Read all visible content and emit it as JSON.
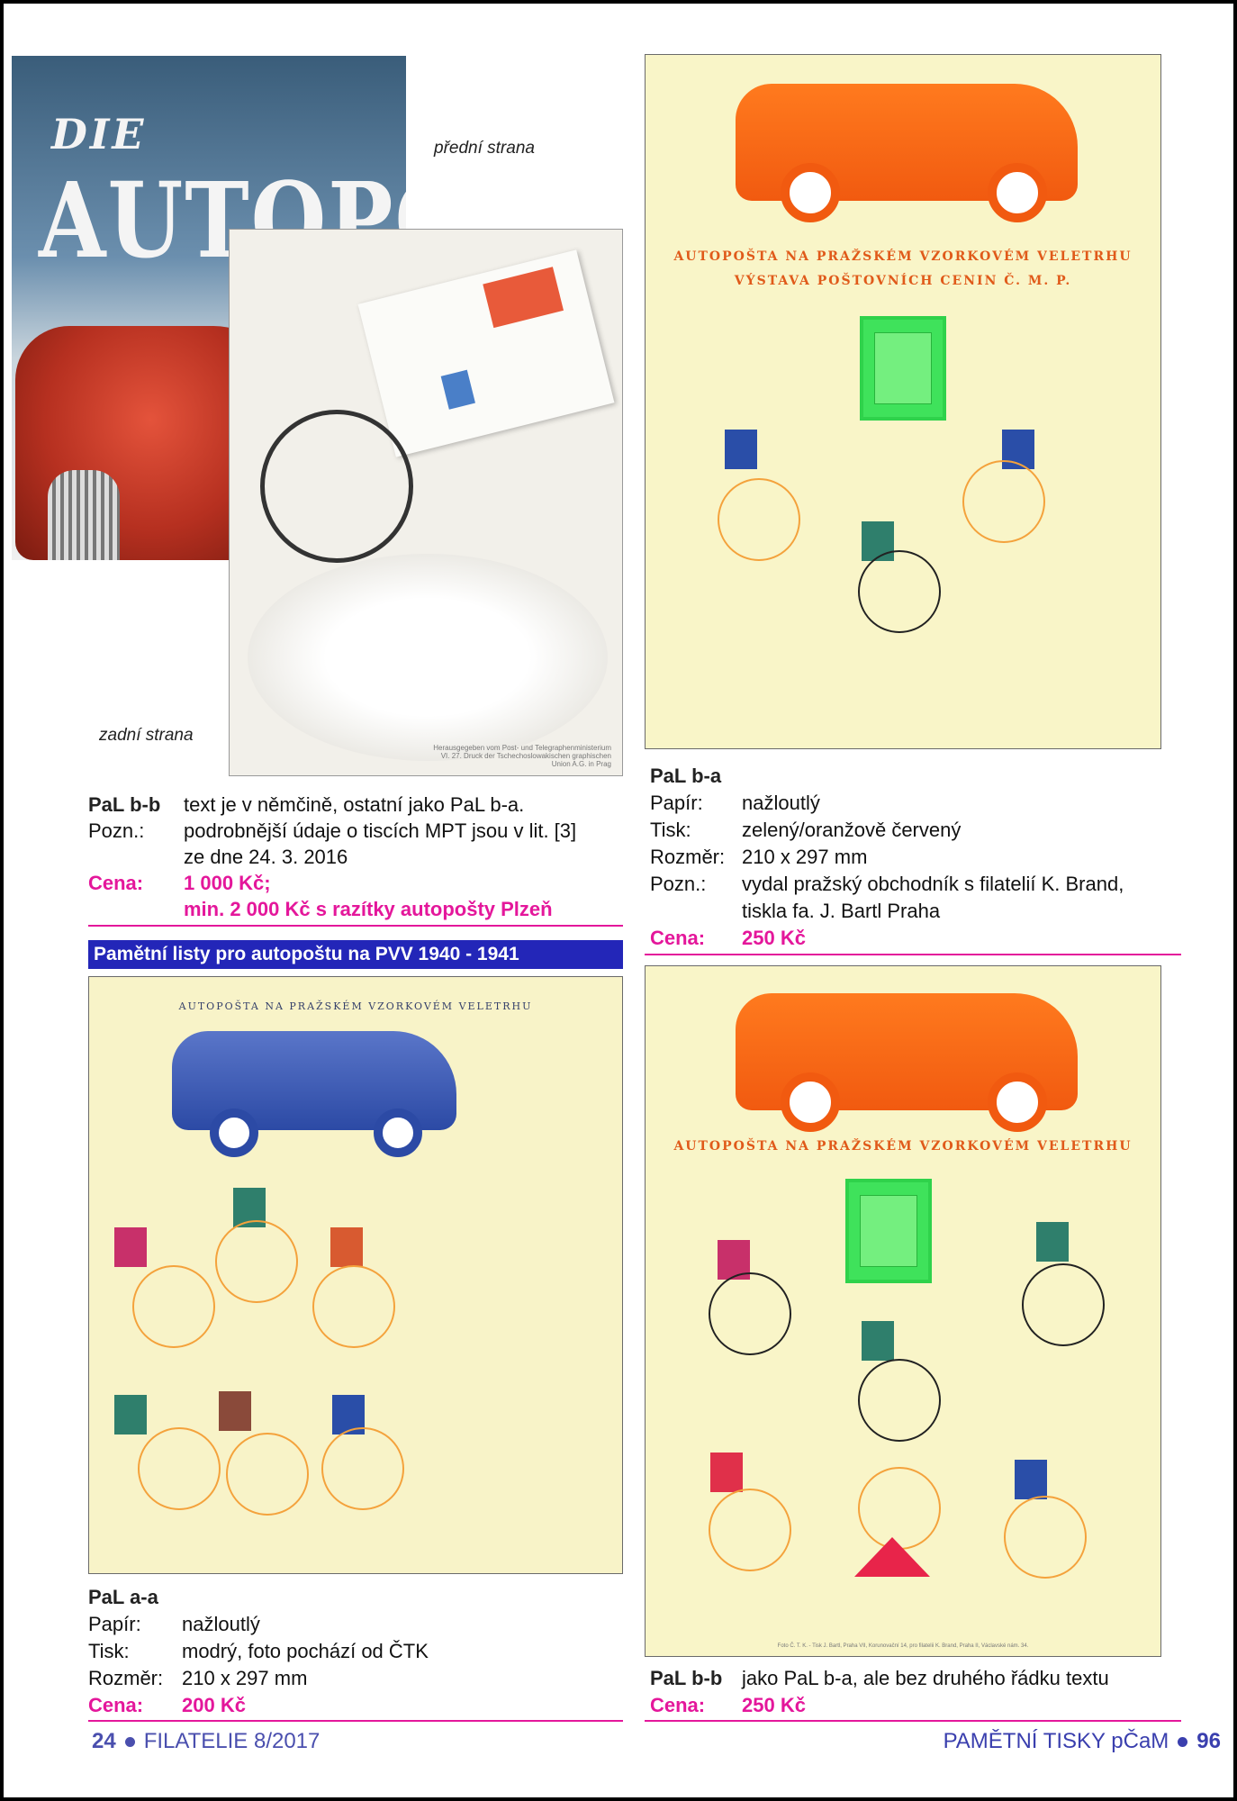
{
  "captions": {
    "front": "přední strana",
    "back": "zadní strana"
  },
  "poster": {
    "title_small": "DIE",
    "title_big": "AUTOPOST",
    "back_small_print": "Herausgegeben vom Post- und Telegraphenministerium VI. 27. Druck der Tschechoslowakischen graphischen Union A.G. in Prag"
  },
  "sheet_top": {
    "line1": "AUTOPOŠTA NA PRAŽSKÉM VZORKOVÉM VELETRHU",
    "line2": "VÝSTAVA POŠTOVNÍCH CENIN Č. M. P."
  },
  "sheet_blue": {
    "line1": "AUTOPOŠTA NA PRAŽSKÉM VZORKOVÉM VELETRHU"
  },
  "sheet_bottom": {
    "line1": "AUTOPOŠTA NA PRAŽSKÉM VZORKOVÉM VELETRHU",
    "foot": "Foto Č. T. K. - Tisk J. Bartl, Praha VII, Korunovační 14, pro filatelii K. Brand, Praha II, Václavské nám. 34."
  },
  "pal_bb_left": {
    "code": "PaL b-b",
    "text": "text je v němčině, ostatní jako PaL b-a.",
    "pozn_label": "Pozn.:",
    "pozn_line1": "podrobnější údaje o tiscích MPT jsou v lit. [3]",
    "pozn_line2": "ze dne 24. 3. 2016",
    "cena_label": "Cena:",
    "cena_line1": "1 000 Kč;",
    "cena_line2": "min. 2 000 Kč s razítky autopošty Plzeň"
  },
  "section_title": "Pamětní listy pro autopoštu na PVV 1940 - 1941",
  "pal_ba": {
    "code": "PaL b-a",
    "papir_label": "Papír:",
    "papir": "nažloutlý",
    "tisk_label": "Tisk:",
    "tisk": "zelený/oranžově červený",
    "rozmer_label": "Rozměr:",
    "rozmer": "210 x 297 mm",
    "pozn_label": "Pozn.:",
    "pozn_line1": "vydal pražský obchodník s filatelií K. Brand,",
    "pozn_line2": "tiskla fa. J. Bartl Praha",
    "cena_label": "Cena:",
    "cena": "250 Kč"
  },
  "pal_aa": {
    "code": "PaL a-a",
    "papir_label": "Papír:",
    "papir": "nažloutlý",
    "tisk_label": "Tisk:",
    "tisk": "modrý, foto pochází od ČTK",
    "rozmer_label": "Rozměr:",
    "rozmer": "210 x 297 mm",
    "cena_label": "Cena:",
    "cena": "200 Kč"
  },
  "pal_bb_right": {
    "code": "PaL b-b",
    "text": "jako PaL b-a, ale bez druhého řádku textu",
    "cena_label": "Cena:",
    "cena": "250 Kč"
  },
  "footer": {
    "page_left": "24",
    "magazine": "FILATELIE 8/2017",
    "section": "PAMĚTNÍ TISKY pČaM",
    "page_right": "96"
  },
  "colors": {
    "accent_pink": "#e4179b",
    "section_blue": "#2326b8",
    "footer_blue": "#4a4fae"
  }
}
